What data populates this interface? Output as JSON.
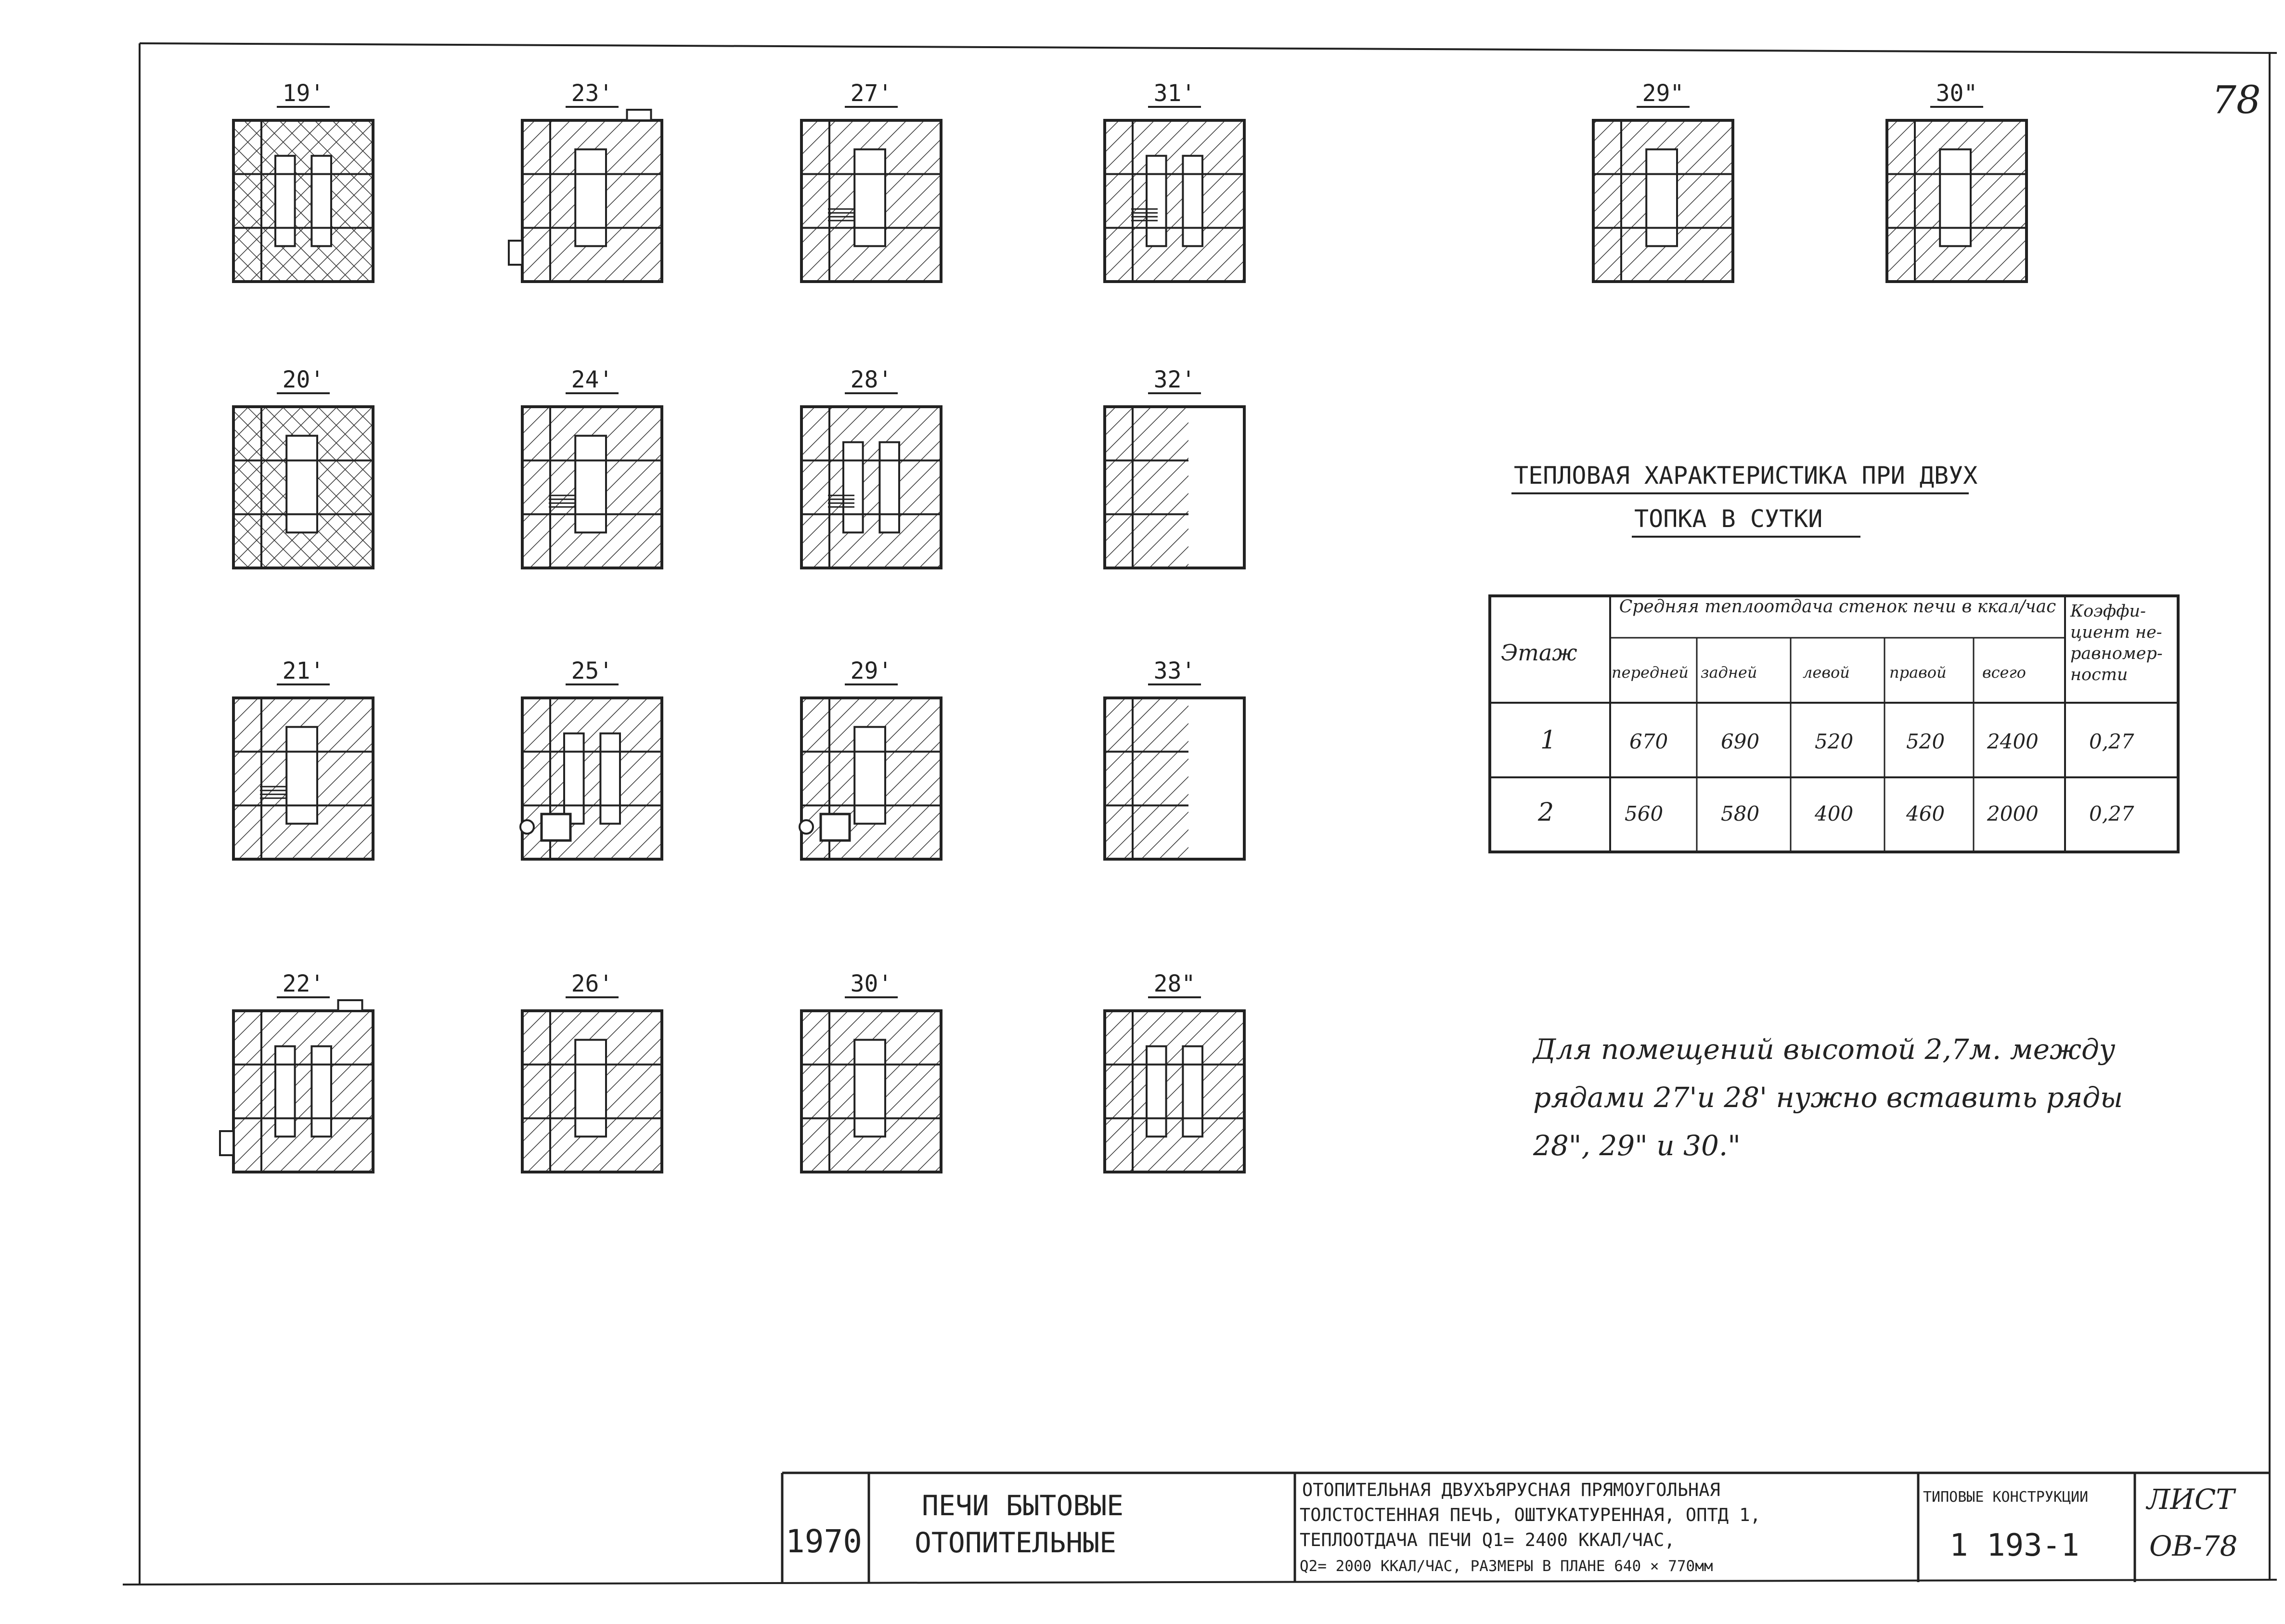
{
  "sheet": {
    "page_number": "78",
    "section_title_line1": "ТЕПЛОВАЯ  ХАРАКТЕРИСТИКА  ПРИ  ДВУХ",
    "section_title_line2": "ТОПКА  В СУТКИ"
  },
  "courses": [
    {
      "label": "19'",
      "type": "full",
      "hatch": "cross",
      "feature": "none"
    },
    {
      "label": "23'",
      "type": "full",
      "hatch": "diag",
      "feature": "door-left-bottom"
    },
    {
      "label": "27'",
      "type": "full",
      "hatch": "diag",
      "feature": "grate"
    },
    {
      "label": "31'",
      "type": "full",
      "hatch": "diag",
      "feature": "grate"
    },
    {
      "label": "20'",
      "type": "full",
      "hatch": "cross",
      "feature": "none"
    },
    {
      "label": "24'",
      "type": "full",
      "hatch": "diag",
      "feature": "grate"
    },
    {
      "label": "28'",
      "type": "full",
      "hatch": "diag",
      "feature": "grate"
    },
    {
      "label": "32'",
      "type": "partial",
      "hatch": "diag",
      "feature": "none"
    },
    {
      "label": "21'",
      "type": "full",
      "hatch": "diag",
      "feature": "grate"
    },
    {
      "label": "25'",
      "type": "full",
      "hatch": "diag",
      "feature": "firebox-door"
    },
    {
      "label": "29'",
      "type": "full",
      "hatch": "diag",
      "feature": "firebox-door"
    },
    {
      "label": "33'",
      "type": "partial",
      "hatch": "diag",
      "feature": "none"
    },
    {
      "label": "22'",
      "type": "full",
      "hatch": "diag",
      "feature": "door-left-bottom"
    },
    {
      "label": "26'",
      "type": "full",
      "hatch": "diag",
      "feature": "none"
    },
    {
      "label": "30'",
      "type": "full",
      "hatch": "diag",
      "feature": "none"
    },
    {
      "label": "28\"",
      "type": "full",
      "hatch": "diag",
      "feature": "none"
    },
    {
      "label": "29\"",
      "type": "full",
      "hatch": "diag",
      "feature": "none"
    },
    {
      "label": "30\"",
      "type": "full",
      "hatch": "diag",
      "feature": "none"
    }
  ],
  "heat_table": {
    "header_floor": "Этаж",
    "header_group": "Средняя теплоотдача стенок печи в ккал/час",
    "header_coef": "Коэффи- циент не- равномер- ности",
    "sub_headers": [
      "передней",
      "задней",
      "левой",
      "правой",
      "всего"
    ],
    "rows": [
      {
        "floor": "1",
        "front": "670",
        "back": "690",
        "left": "520",
        "right": "520",
        "total": "2400",
        "coef": "0,27"
      },
      {
        "floor": "2",
        "front": "560",
        "back": "580",
        "left": "400",
        "right": "460",
        "total": "2000",
        "coef": "0,27"
      }
    ]
  },
  "note": {
    "line1": "Для помещений высотой 2,7м. между",
    "line2": "рядами 27'и 28' нужно вставить ряды",
    "line3": "28\", 29\" и 30.\""
  },
  "title_block": {
    "year": "1970",
    "category_line1": "ПЕЧИ  БЫТОВЫЕ",
    "category_line2": "ОТОПИТЕЛЬНЫЕ",
    "desc_line1": "ОТОПИТЕЛЬНАЯ  ДВУХЪЯРУСНАЯ  ПРЯМОУГОЛЬНАЯ",
    "desc_line2": "ТОЛСТОСТЕННАЯ ПЕЧЬ, ОШТУКАТУРЕННАЯ, ОПТД 1,",
    "desc_line3": "ТЕПЛООТДАЧА ПЕЧИ Q1= 2400 ККАЛ/ЧАС,",
    "desc_line4": "Q2= 2000 ККАЛ/ЧАС, РАЗМЕРЫ В ПЛАНЕ 640 × 770мм",
    "series_label": "ТИПОВЫЕ КОНСТРУКЦИИ",
    "series_number": "1 193-1",
    "sheet_label": "ЛИСТ",
    "sheet_number": "ОВ-78"
  }
}
